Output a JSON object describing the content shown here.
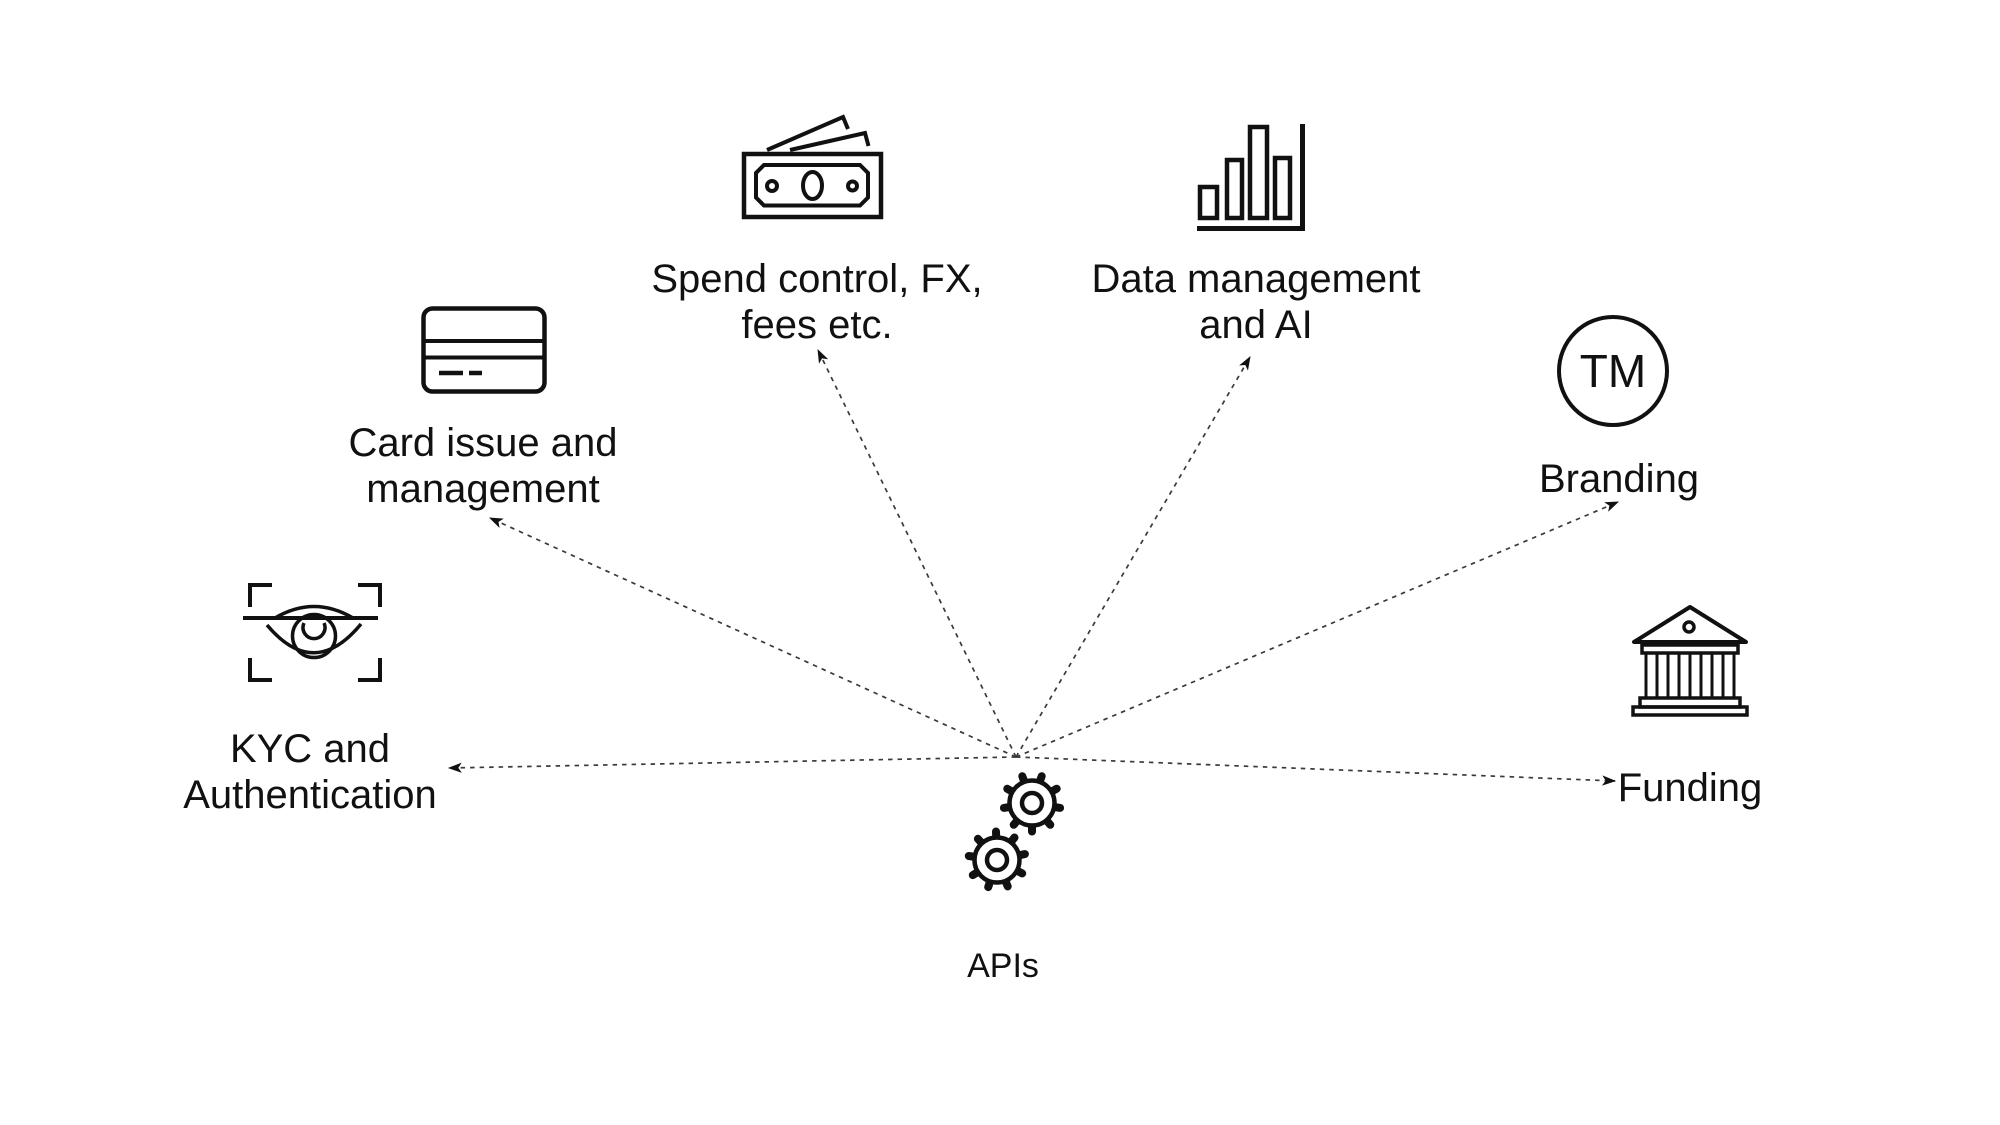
{
  "diagram": {
    "background": "#ffffff",
    "colors": {
      "ink": "#111111",
      "arrow_line": "#3a3a3a"
    },
    "center": {
      "icon": "gears-icon",
      "label": "APIs"
    },
    "nodes": {
      "spend": {
        "icon": "money-banknotes-icon",
        "label1": "Spend control, FX,",
        "label2": "fees etc."
      },
      "data_ai": {
        "icon": "bar-chart-icon",
        "label1": "Data management",
        "label2": "and AI"
      },
      "card": {
        "icon": "credit-card-icon",
        "label1": "Card issue and",
        "label2": "management"
      },
      "branding": {
        "icon": "trademark-circle-icon",
        "label1": "Branding",
        "tm_text": "TM"
      },
      "kyc": {
        "icon": "eye-scan-icon",
        "label1": "KYC and",
        "label2": "Authentication"
      },
      "funding": {
        "icon": "bank-building-icon",
        "label1": "Funding"
      }
    }
  }
}
